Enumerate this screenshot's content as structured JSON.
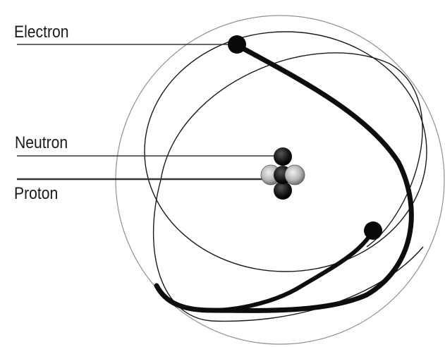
{
  "labels": {
    "electron": "Electron",
    "neutron": "Neutron",
    "proton": "Proton"
  },
  "colors": {
    "ink": "#111111",
    "stipple": "#2a2a2a",
    "leader_line": "#333333"
  }
}
